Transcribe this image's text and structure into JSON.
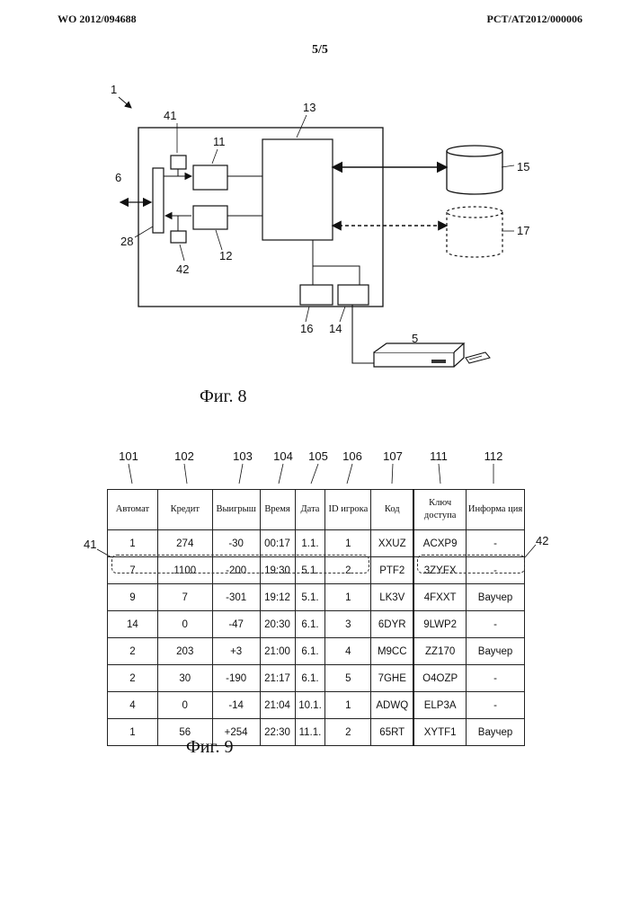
{
  "header": {
    "left": "WO 2012/094688",
    "right": "PCT/AT2012/000006",
    "page": "5/5"
  },
  "figure8": {
    "caption": "Фиг. 8",
    "labels": {
      "system": "1",
      "io": "6",
      "box41": "41",
      "box11": "11",
      "box13": "13",
      "db15": "15",
      "db17": "17",
      "bus28": "28",
      "box12": "12",
      "box42": "42",
      "box16": "16",
      "box14": "14",
      "device5": "5"
    }
  },
  "figure9": {
    "caption": "Фиг. 9",
    "column_refs": [
      "101",
      "102",
      "103",
      "104",
      "105",
      "106",
      "107",
      "111",
      "112"
    ],
    "side_refs": {
      "left": "41",
      "right": "42"
    },
    "headers": [
      "Автомат",
      "Кредит",
      "Выигрыш",
      "Время",
      "Дата",
      "ID игрока",
      "Код",
      "Ключ доступа",
      "Информа ция"
    ],
    "rows": [
      [
        "1",
        "274",
        "-30",
        "00:17",
        "1.1.",
        "1",
        "XXUZ",
        "ACXP9",
        "-"
      ],
      [
        "7",
        "1100",
        "-200",
        "19:30",
        "5.1.",
        "2",
        "PTF2",
        "3ZYFX",
        "-"
      ],
      [
        "9",
        "7",
        "-301",
        "19:12",
        "5.1.",
        "1",
        "LK3V",
        "4FXXT",
        "Ваучер"
      ],
      [
        "14",
        "0",
        "-47",
        "20:30",
        "6.1.",
        "3",
        "6DYR",
        "9LWP2",
        "-"
      ],
      [
        "2",
        "203",
        "+3",
        "21:00",
        "6.1.",
        "4",
        "M9CC",
        "ZZ170",
        "Ваучер"
      ],
      [
        "2",
        "30",
        "-190",
        "21:17",
        "6.1.",
        "5",
        "7GHE",
        "O4OZP",
        "-"
      ],
      [
        "4",
        "0",
        "-14",
        "21:04",
        "10.1.",
        "1",
        "ADWQ",
        "ELP3A",
        "-"
      ],
      [
        "1",
        "56",
        "+254",
        "22:30",
        "11.1.",
        "2",
        "65RT",
        "XYTF1",
        "Ваучер"
      ]
    ]
  }
}
